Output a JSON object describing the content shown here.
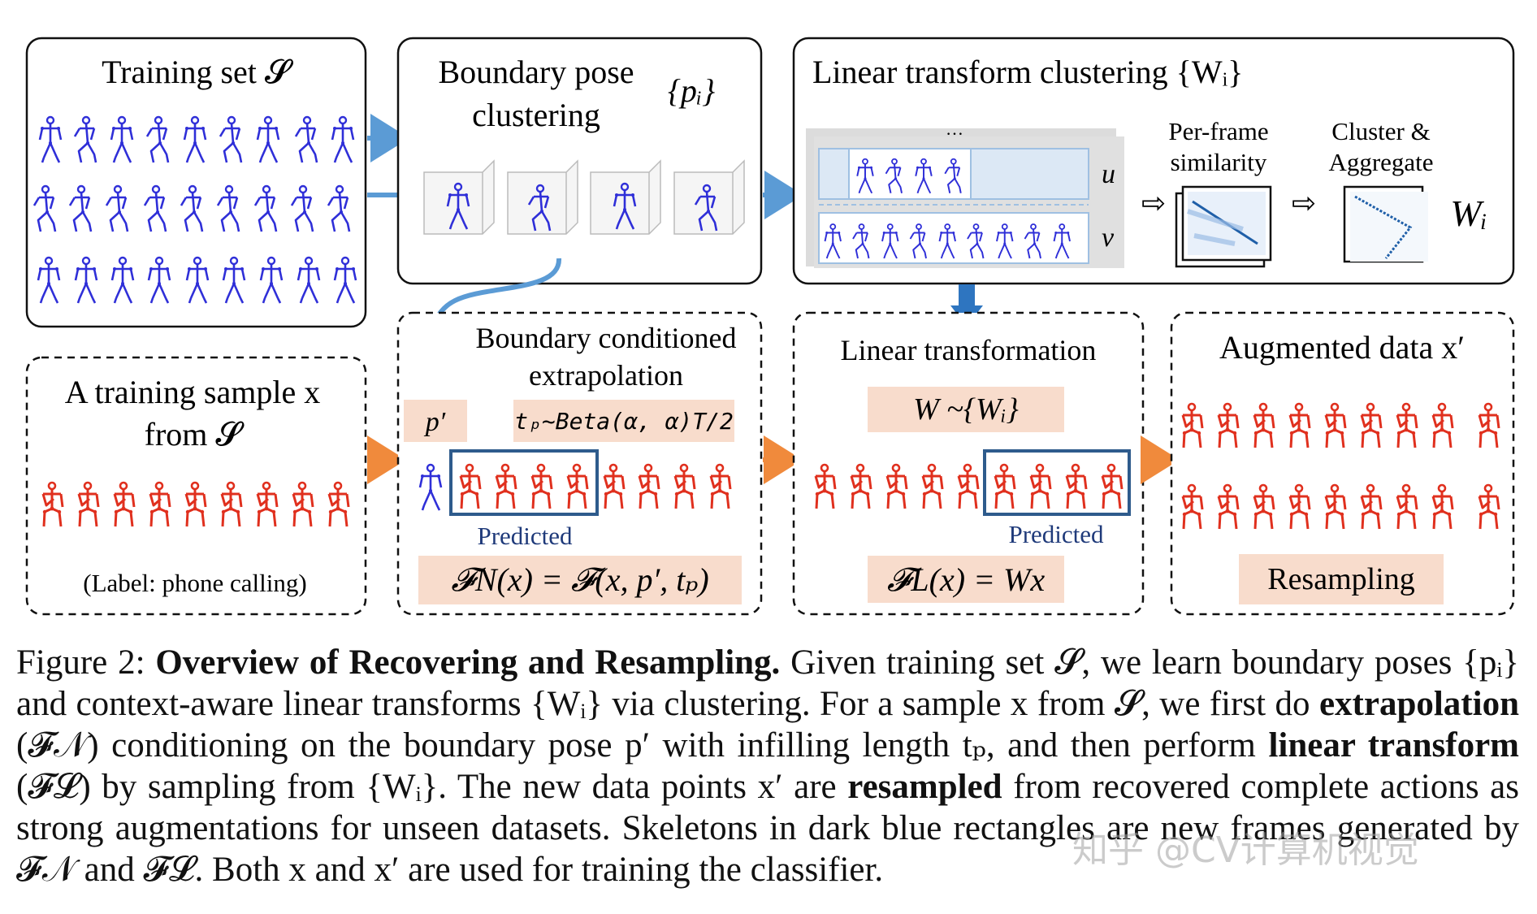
{
  "boxes": {
    "training_set": "Training set 𝓢",
    "boundary_pose_line1": "Boundary pose",
    "boundary_pose_line2": "clustering",
    "boundary_pose_symbol": "{pᵢ}",
    "linear_transform_clustering": "Linear transform clustering {Wᵢ}",
    "per_frame_line1": "Per-frame",
    "per_frame_line2": "similarity",
    "cluster_line1": "Cluster &",
    "cluster_line2": "Aggregate",
    "wi": "Wᵢ",
    "u_label": "u",
    "v_label": "v",
    "dots": "…",
    "sample_line1": "A training sample x",
    "sample_line2": "from 𝓢",
    "sample_label": "(Label: phone calling)",
    "bce_line1": "Boundary conditioned",
    "bce_line2": "extrapolation",
    "p_prime": "p′",
    "tp_formula": "tₚ~Beta(α, α)T/2",
    "predicted_1": "Predicted",
    "fn_formula": "𝓕N(x) = 𝓕(x, p′, tₚ)",
    "linear_transformation": "Linear transformation",
    "w_formula": "W ~{Wᵢ}",
    "predicted_2": "Predicted",
    "fl_formula": "𝓕L(x) = Wx",
    "augmented": "Augmented data x′",
    "resampling": "Resampling"
  },
  "colors": {
    "blue_skeleton": "#2f2fd8",
    "red_skeleton": "#e0301e",
    "arrow_blue": "#5b9bd5",
    "arrow_orange": "#f08a3c",
    "peach": "#f8dccc",
    "predicted_box": "#2e5b8c",
    "predicted_text": "#1f3a7a"
  },
  "caption": {
    "figure_label": "Figure 2: ",
    "bold_title": "Overview of Recovering and Resampling.",
    "t1": " Given training set 𝓢, we learn boundary poses {pᵢ} and context-aware linear transforms {Wᵢ} via clustering. For a sample x from 𝓢, we first do ",
    "b1": "extrapolation",
    "t2": " (𝓕𝒩) conditioning on the boundary pose p′ with infilling length tₚ, and then perform ",
    "b2": "linear transform",
    "t3": " (𝓕𝓛) by sampling from {Wᵢ}. The new data points x′ are ",
    "b3": "resampled",
    "t4": " from recovered complete actions as strong augmentations for unseen datasets. Skeletons in dark blue rectangles are new frames generated by 𝓕𝒩 and 𝓕𝓛. Both x and x′ are used for training the classifier."
  },
  "watermark": "知乎 @CV计算机视觉"
}
